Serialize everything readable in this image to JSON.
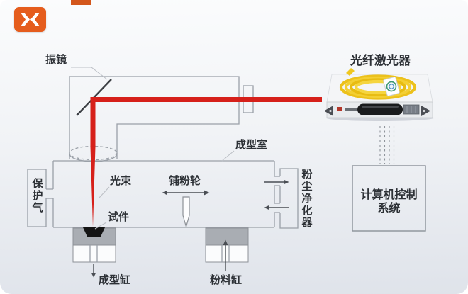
{
  "labels": {
    "galvanometer": "振镜",
    "fiber_laser": "光纤激光器",
    "forming_chamber": "成型室",
    "laser_beam": "光束",
    "powder_spreading_wheel": "铺粉轮",
    "protective_gas": "保护气",
    "test_piece": "试件",
    "dust_purifier": "粉尘净化器",
    "computer_control_line1": "计算机控制",
    "computer_control_line2": "系统",
    "forming_cylinder": "成型缸",
    "powder_cylinder": "粉料缸"
  },
  "colors": {
    "logo_orange": "#e55d1d",
    "beam_red": "#d6201a",
    "line_gray": "#9aa0a8",
    "fiber_coil_yellow": "#ecc11b"
  }
}
